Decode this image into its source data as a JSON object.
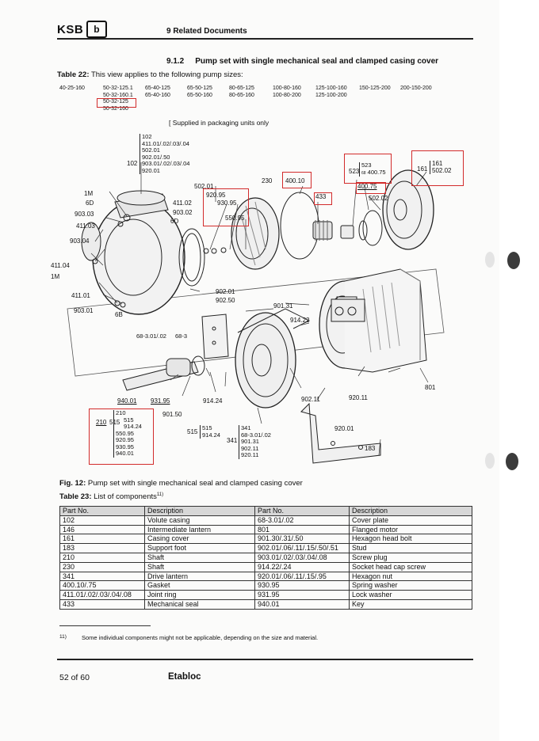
{
  "header": {
    "brand": "KSB",
    "section": "9 Related Documents",
    "colors": {
      "accent": "#d22b2b"
    }
  },
  "section_title": {
    "number": "9.1.2",
    "text": "Pump set with single mechanical seal and clamped casing cover"
  },
  "table22": {
    "label": "Table 22:",
    "caption": "This view applies to the following pump sizes:",
    "sizes": [
      [
        "40-25-160"
      ],
      [
        "50-32-125.1",
        "50-32-160.1",
        "50-32-125",
        "50-32-160"
      ],
      [
        "65-40-125",
        "65-40-160"
      ],
      [
        "65-50-125",
        "65-50-160"
      ],
      [
        "80-65-125",
        "80-65-160"
      ],
      [
        "100-80-160",
        "100-80-200"
      ],
      [
        "125-100-160",
        "125-100-200"
      ],
      [
        "150-125-200"
      ],
      [
        "200-150-200"
      ]
    ]
  },
  "supplied_note": "[ Supplied in packaging units only",
  "drawing_labels": {
    "l102_list": [
      "102",
      "411.01/.02/.03/.04",
      "502.01",
      "902.01/.50",
      "903.01/.02/.03/.04",
      "920.01"
    ],
    "l102": "102",
    "l502_01": "502.01",
    "l920_95": "920.95",
    "l930_95": "930.95",
    "l550_95": "550.95",
    "l230": "230",
    "l400_10": "400.10",
    "l433": "433",
    "l523a": "523",
    "l523": "523",
    "l68": "68",
    "l400_75a": "400.75",
    "l400_75": "400.75",
    "l502_02b": "502.02",
    "l161a": "161",
    "l161": "161",
    "l502_02": "502.02",
    "l1m_a": "1M",
    "l6d_a": "6D",
    "l903_03": "903.03",
    "l411_03": "411.03",
    "l411_02": "411.02",
    "l903_02": "903.02",
    "l6d_b": "6D",
    "l903_04": "903.04",
    "l411_04": "411.04",
    "l1m_b": "1M",
    "l411_01": "411.01",
    "l903_01": "903.01",
    "l6b": "6B",
    "l902_01": "902.01",
    "l902_50": "902.50",
    "l901_31": "901.31",
    "l914_22": "914.22",
    "l68_3a": "68-3.01/.02",
    "l68_3b": "68-3",
    "l940_01": "940.01",
    "l931_95": "931.95",
    "l901_50": "901.50",
    "l914_24": "914.24",
    "l210": "210",
    "l515": "515",
    "l210_list": [
      "210",
      "515",
      "914.24",
      "550.95",
      "920.95",
      "930.95",
      "940.01"
    ],
    "l515b": "515",
    "l515b_list": [
      "515",
      "914.24"
    ],
    "l341": "341",
    "l341_list": [
      "341",
      "68-3.01/.02",
      "901.31",
      "902.11",
      "920.11"
    ],
    "l902_11": "902.11",
    "l920_11": "920.11",
    "l920_01": "920.01",
    "l183": "183",
    "l801": "801"
  },
  "figure": {
    "label": "Fig. 12:",
    "caption": "Pump set with single mechanical seal and clamped casing cover"
  },
  "table23": {
    "label": "Table 23:",
    "caption": "List of components",
    "footnote_ref": "11)",
    "headers": [
      "Part No.",
      "Description",
      "Part No.",
      "Description"
    ],
    "rows": [
      [
        "102",
        "Volute casing",
        "68-3.01/.02",
        "Cover plate"
      ],
      [
        "146",
        "Intermediate lantern",
        "801",
        "Flanged motor"
      ],
      [
        "161",
        "Casing cover",
        "901.30/.31/.50",
        "Hexagon head bolt"
      ],
      [
        "183",
        "Support foot",
        "902.01/.06/.11/.15/.50/.51",
        "Stud"
      ],
      [
        "210",
        "Shaft",
        "903.01/.02/.03/.04/.08",
        "Screw plug"
      ],
      [
        "230",
        "Shaft",
        "914.22/.24",
        "Socket head cap screw"
      ],
      [
        "341",
        "Drive lantern",
        "920.01/.06/.11/.15/.95",
        "Hexagon nut"
      ],
      [
        "400.10/.75",
        "Gasket",
        "930.95",
        "Spring washer"
      ],
      [
        "411.01/.02/.03/.04/.08",
        "Joint ring",
        "931.95",
        "Lock washer"
      ],
      [
        "433",
        "Mechanical seal",
        "940.01",
        "Key"
      ]
    ]
  },
  "footnote": {
    "mark": "11)",
    "text": "Some individual components might not be applicable, depending on the size and material."
  },
  "footer": {
    "page": "52 of 60",
    "product": "Etabloc"
  }
}
